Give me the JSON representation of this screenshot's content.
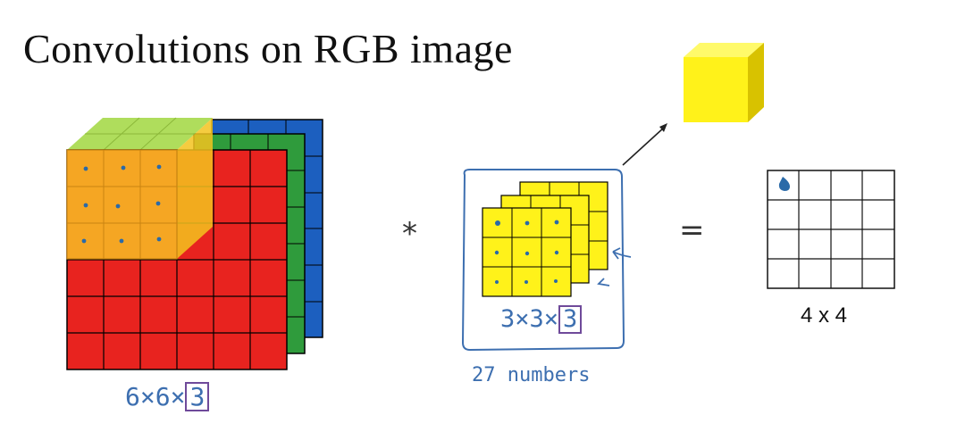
{
  "title": "Convolutions on RGB image",
  "operators": {
    "convolve": "*",
    "equals": "="
  },
  "labels": {
    "input_dims": "6×6×",
    "input_channels": "3",
    "filter_dims": "3×3×",
    "filter_channels": "3",
    "filter_count": "27 numbers",
    "output_dims": "4 x 4"
  },
  "colors": {
    "red": "#e8231f",
    "green": "#2f9b3c",
    "blue": "#1c5fbf",
    "yellow": "#fff21a",
    "orange": "#f5a623",
    "ink": "#3d6fb0",
    "box": "#6f4a9a"
  }
}
